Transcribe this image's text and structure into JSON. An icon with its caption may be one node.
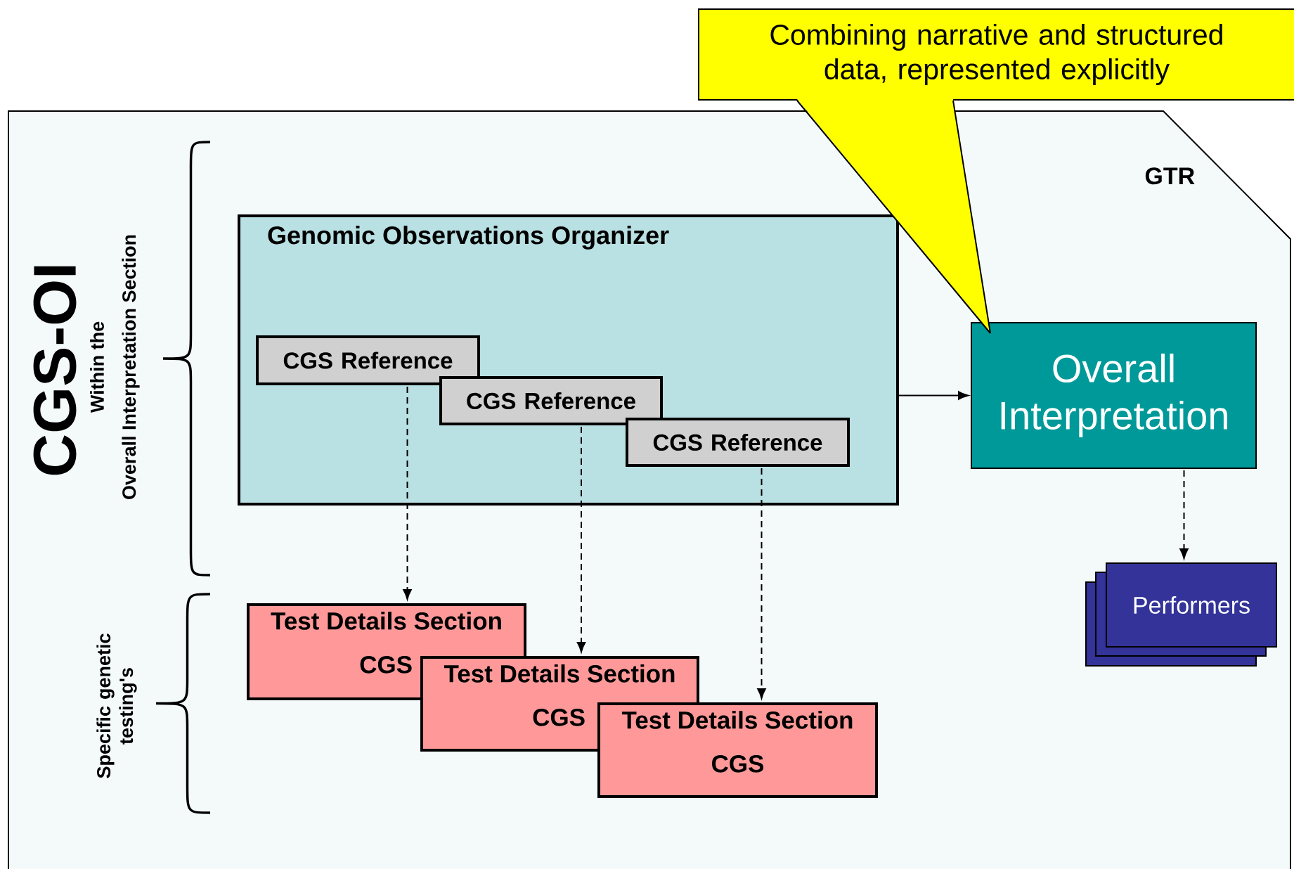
{
  "diagram": {
    "nodes": [
      {
        "text": [
          "GTR"
        ]
      },
      {
        "text": [
          "Combining narrative and structured data, represented explicitly"
        ]
      },
      {
        "text": [
          "Genomic Observations Organizer"
        ],
        "in": 0
      },
      {
        "text": [
          "CGS Reference"
        ],
        "in": 2
      },
      {
        "text": [
          "CGS Reference"
        ],
        "in": 2
      },
      {
        "text": [
          "CGS Reference"
        ],
        "in": 2
      },
      {
        "text": [
          "Overall Interpretation"
        ],
        "in": 0
      },
      {
        "text": [
          "Performers"
        ],
        "in": 0
      },
      {
        "text": [
          "Test Details Section",
          "CGS"
        ],
        "in": 0
      },
      {
        "text": [
          "Test Details Section",
          "CGS"
        ],
        "in": 0
      },
      {
        "text": [
          "Test Details Section",
          "CGS"
        ],
        "in": 0
      }
    ],
    "edges": [
      {
        "from": 2,
        "to": 6,
        "arrow": "to"
      },
      {
        "from": 3,
        "to": 8,
        "arrow": "to",
        "style": "dashed"
      },
      {
        "from": 4,
        "to": 9,
        "arrow": "to",
        "style": "dashed"
      },
      {
        "from": 5,
        "to": 10,
        "arrow": "to",
        "style": "dashed"
      },
      {
        "from": 6,
        "to": 7,
        "arrow": "to",
        "style": "dashed"
      },
      {
        "from": 1,
        "to": 6,
        "arrow": "none"
      }
    ],
    "labels": [
      "CGS-OI",
      "Within the",
      "Overall Interpretation Section",
      "Specific genetic testing's"
    ]
  }
}
